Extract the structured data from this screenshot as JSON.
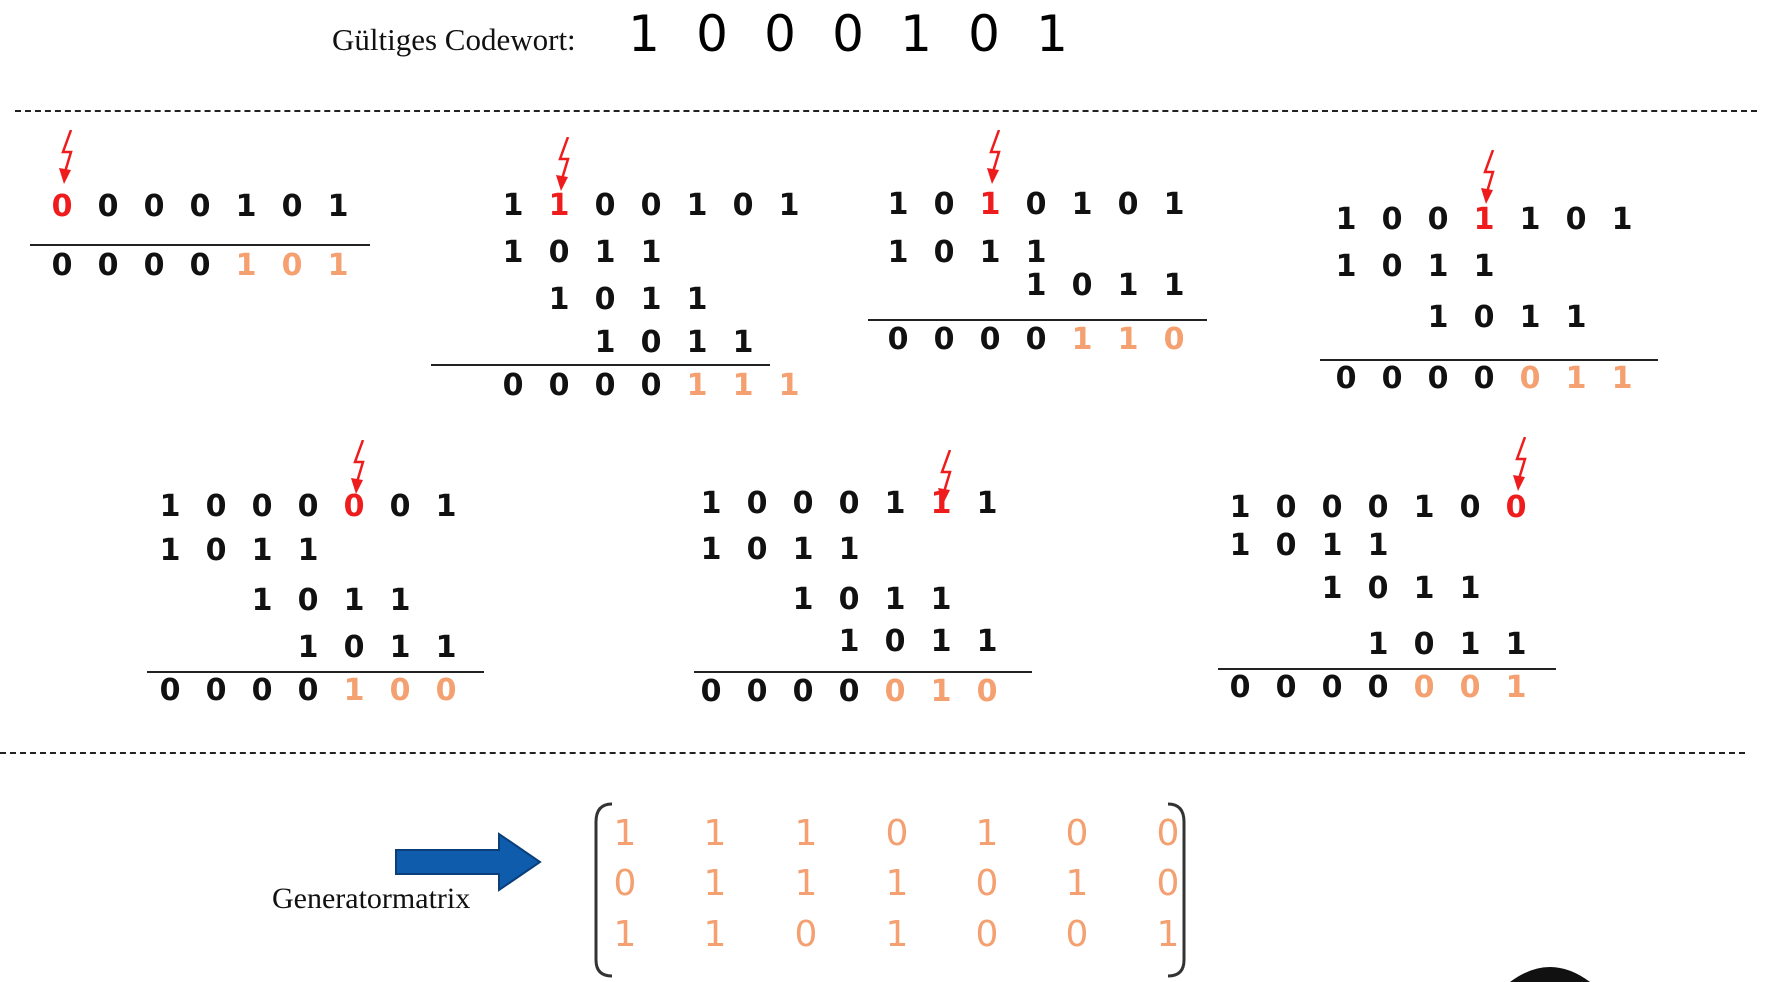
{
  "title_label": "Gültiges Codewort:",
  "codeword": [
    "1",
    "0",
    "0",
    "0",
    "1",
    "0",
    "1"
  ],
  "colors": {
    "normal": "#111111",
    "flipped": "#ee1c1c",
    "syndrome": "#f4a070",
    "arrow": "#0f5cad"
  },
  "divisions": [
    {
      "received": [
        "0",
        "0",
        "0",
        "0",
        "1",
        "0",
        "1"
      ],
      "error_bit": 0,
      "subtractions": [],
      "remainder": [
        "0",
        "0",
        "0",
        "0",
        "1",
        "0",
        "1"
      ]
    },
    {
      "received": [
        "1",
        "1",
        "0",
        "0",
        "1",
        "0",
        "1"
      ],
      "error_bit": 1,
      "subtractions": [
        [
          "1",
          "0",
          "1",
          "1"
        ],
        [
          "1",
          "0",
          "1",
          "1"
        ],
        [
          "1",
          "0",
          "1",
          "1"
        ]
      ],
      "remainder": [
        "0",
        "0",
        "0",
        "0",
        "1",
        "1",
        "1"
      ]
    },
    {
      "received": [
        "1",
        "0",
        "1",
        "0",
        "1",
        "0",
        "1"
      ],
      "error_bit": 2,
      "subtractions": [
        [
          "1",
          "0",
          "1",
          "1"
        ],
        [
          "1",
          "0",
          "1",
          "1"
        ]
      ],
      "remainder": [
        "0",
        "0",
        "0",
        "0",
        "1",
        "1",
        "0"
      ]
    },
    {
      "received": [
        "1",
        "0",
        "0",
        "1",
        "1",
        "0",
        "1"
      ],
      "error_bit": 3,
      "subtractions": [
        [
          "1",
          "0",
          "1",
          "1"
        ],
        [
          "1",
          "0",
          "1",
          "1"
        ]
      ],
      "remainder": [
        "0",
        "0",
        "0",
        "0",
        "0",
        "1",
        "1"
      ]
    },
    {
      "received": [
        "1",
        "0",
        "0",
        "0",
        "0",
        "0",
        "1"
      ],
      "error_bit": 4,
      "subtractions": [
        [
          "1",
          "0",
          "1",
          "1"
        ],
        [
          "1",
          "0",
          "1",
          "1"
        ],
        [
          "1",
          "0",
          "1",
          "1"
        ]
      ],
      "remainder": [
        "0",
        "0",
        "0",
        "0",
        "1",
        "0",
        "0"
      ]
    },
    {
      "received": [
        "1",
        "0",
        "0",
        "0",
        "1",
        "1",
        "1"
      ],
      "error_bit": 5,
      "subtractions": [
        [
          "1",
          "0",
          "1",
          "1"
        ],
        [
          "1",
          "0",
          "1",
          "1"
        ],
        [
          "1",
          "0",
          "1",
          "1"
        ]
      ],
      "remainder": [
        "0",
        "0",
        "0",
        "0",
        "0",
        "1",
        "0"
      ]
    },
    {
      "received": [
        "1",
        "0",
        "0",
        "0",
        "1",
        "0",
        "0"
      ],
      "error_bit": 6,
      "subtractions": [
        [
          "1",
          "0",
          "1",
          "1"
        ],
        [
          "1",
          "0",
          "1",
          "1"
        ],
        [
          "1",
          "0",
          "1",
          "1"
        ]
      ],
      "remainder": [
        "0",
        "0",
        "0",
        "0",
        "0",
        "0",
        "1"
      ]
    }
  ],
  "generator_label": "Generatormatrix",
  "generator_matrix": [
    [
      "1",
      "1",
      "1",
      "0",
      "1",
      "0",
      "0"
    ],
    [
      "0",
      "1",
      "1",
      "1",
      "0",
      "1",
      "0"
    ],
    [
      "1",
      "1",
      "0",
      "1",
      "0",
      "0",
      "1"
    ]
  ]
}
